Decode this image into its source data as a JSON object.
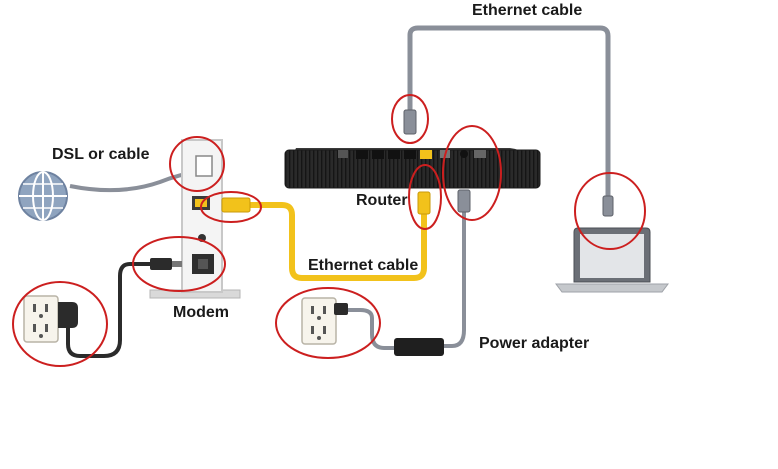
{
  "labels": {
    "ethernet_top": "Ethernet cable",
    "dsl_or_cable": "DSL or cable",
    "router": "Router",
    "ethernet_mid": "Ethernet cable",
    "modem": "Modem",
    "power_adapter": "Power adapter"
  },
  "colors": {
    "highlight_circle": "#cc1f1f",
    "ethernet_cable_yellow": "#f2c21b",
    "ethernet_cable_gray": "#8a8f99",
    "power_cable": "#2b2b2b",
    "router_body": "#2a2a2a",
    "globe": "#8fa4bf"
  },
  "icons": [
    "globe-icon",
    "modem-icon",
    "router-icon",
    "laptop-icon",
    "wall-outlet-icon",
    "power-adapter-icon"
  ]
}
